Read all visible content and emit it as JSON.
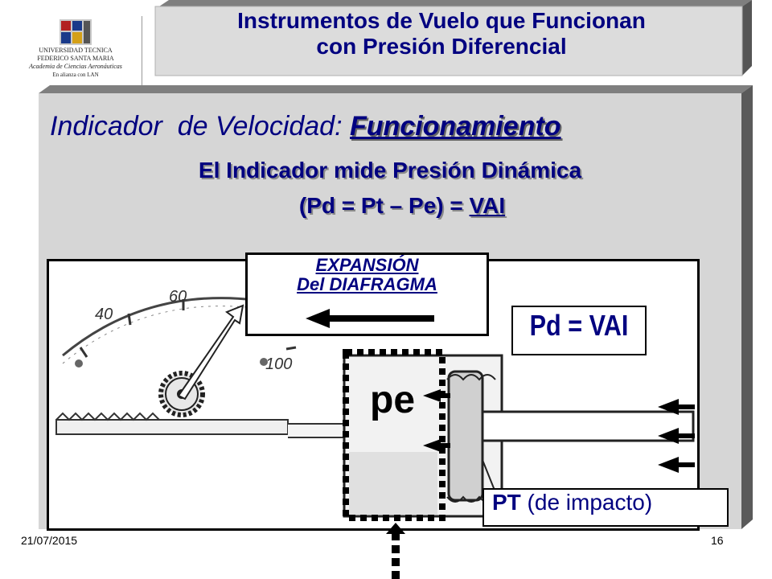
{
  "header": {
    "title_line1": "Instrumentos de Vuelo que Funcionan",
    "title_line2": "con Presión Diferencial"
  },
  "logo": {
    "line1": "UNIVERSIDAD TECNICA",
    "line2": "FEDERICO SANTA MARIA",
    "line3": "Academia de Ciencias Aeronáuticas",
    "line4": "En alianza con LAN"
  },
  "slide": {
    "subtitle_plain": "Indicador  de Velocidad: ",
    "subtitle_strong": "Funcionamiento",
    "line1": "El Indicador mide Presión Dinámica",
    "line2_prefix": "(Pd = Pt – Pe) = ",
    "line2_underlined": "VAI"
  },
  "diagram": {
    "expansion_line1": "EXPANSIÓN",
    "expansion_line2": "Del DIAFRAGMA",
    "pd_label": "Pd = VAI",
    "pe_label": "pe",
    "pt_strong": "PT",
    "pt_rest": " (de impacto)",
    "dial_labels": [
      "40",
      "60",
      "100"
    ]
  },
  "footer": {
    "date": "21/07/2015",
    "page": "16"
  }
}
